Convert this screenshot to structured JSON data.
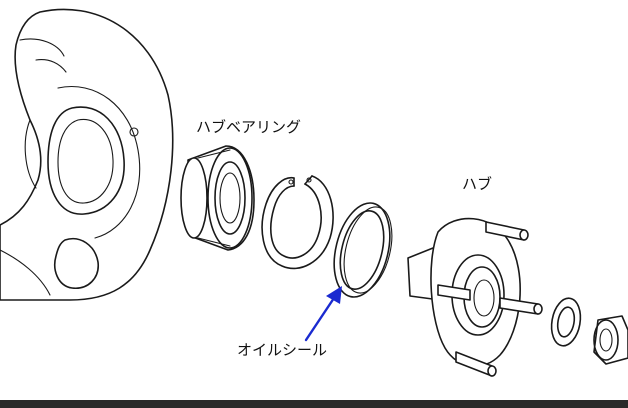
{
  "labels": {
    "hub_bearing": "ハブベアリング",
    "hub": "ハブ",
    "oil_seal": "オイルシール"
  },
  "colors": {
    "line": "#1a1a1a",
    "arrow": "#1a2ad0",
    "background": "#ffffff"
  }
}
